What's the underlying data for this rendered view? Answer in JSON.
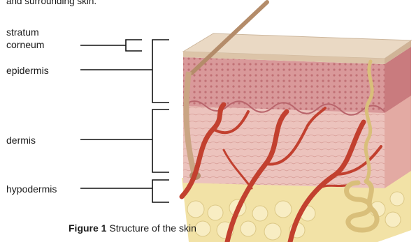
{
  "intro_text": "and surrounding skin.",
  "labels": {
    "stratum_corneum_line1": "stratum",
    "stratum_corneum_line2": "corneum",
    "epidermis": "epidermis",
    "dermis": "dermis",
    "hypodermis": "hypodermis"
  },
  "caption": {
    "figure_number": "Figure 1",
    "text": "Structure of the skin"
  },
  "colors": {
    "stratum_corneum": "#e8d7c2",
    "epidermis": "#d48a8b",
    "dermis": "#e7b9b4",
    "blood_vessel": "#c2402f",
    "fat": "#f4e6a8",
    "gland": "#d9bf7a",
    "hair": "#b48c6a"
  }
}
